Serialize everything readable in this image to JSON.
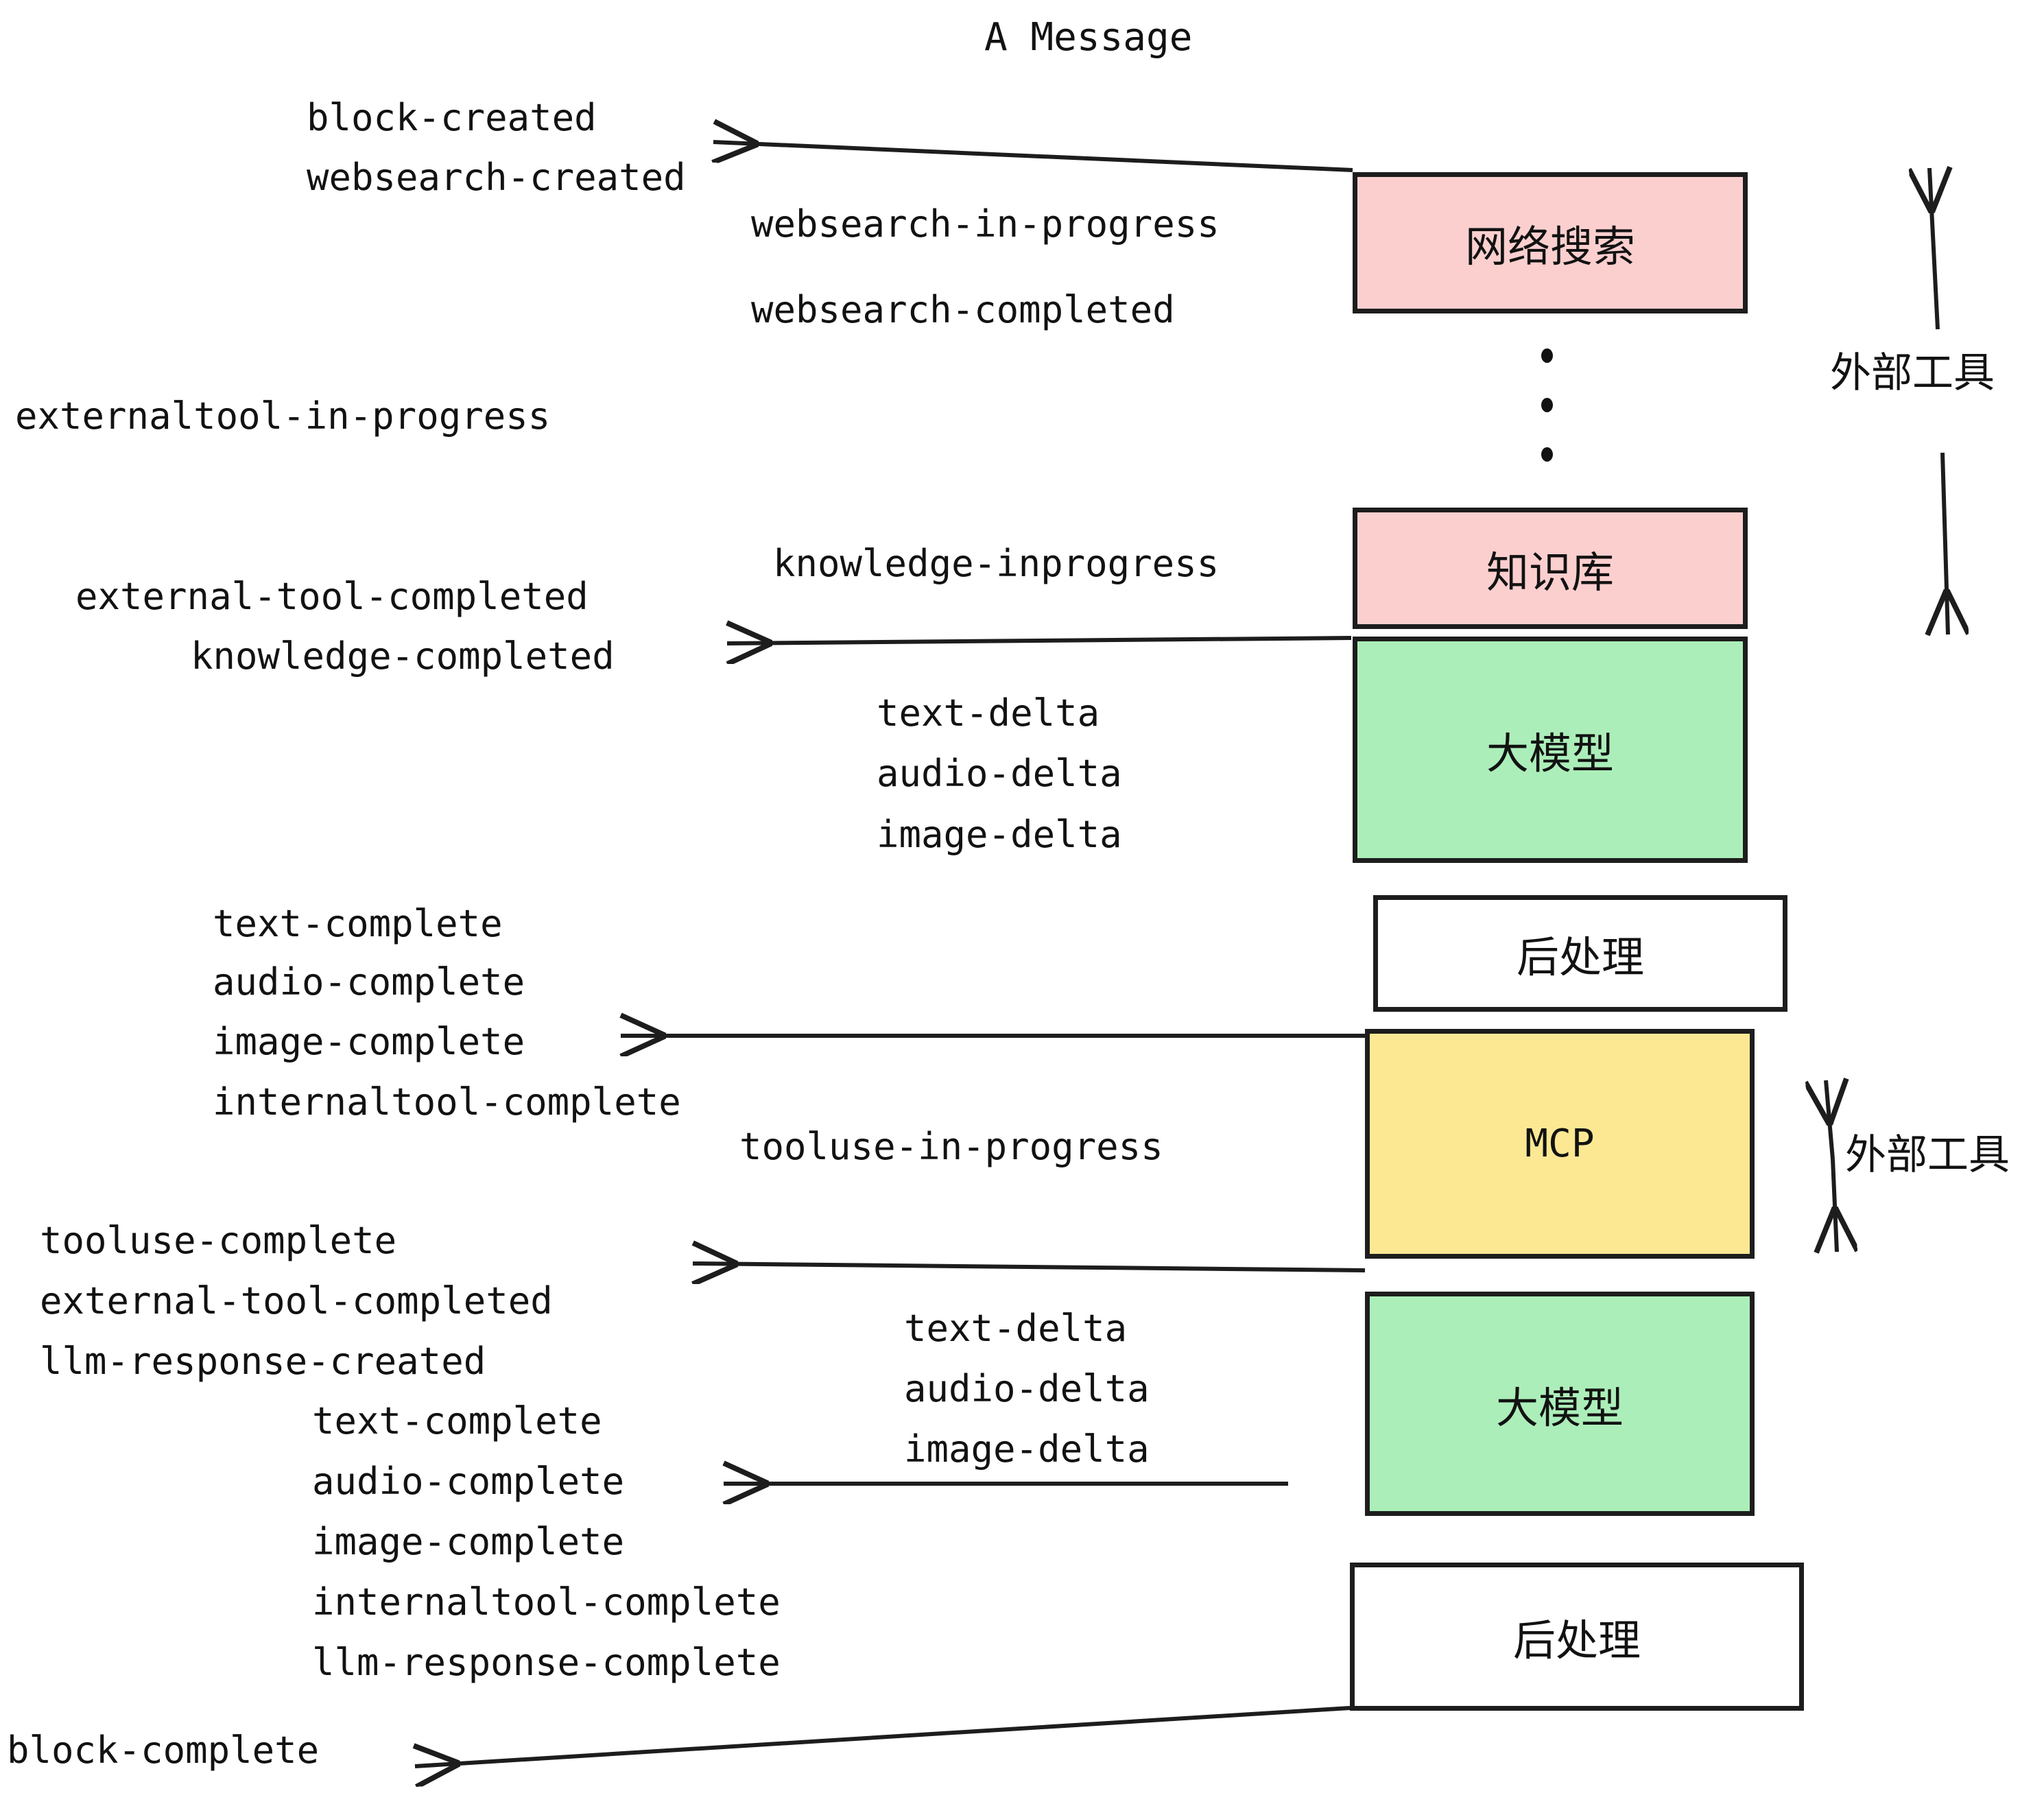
{
  "title": "A Message",
  "colors": {
    "pink": "#fccfcf",
    "green": "#aceeb9",
    "yellow": "#fce893",
    "white": "#ffffff",
    "stroke": "#1d1d1d",
    "text": "#121212"
  },
  "boxes": [
    {
      "id": "websearch",
      "label": "网络搜索",
      "fill": "#fccfcf",
      "font": "cn"
    },
    {
      "id": "knowledge",
      "label": "知识库",
      "fill": "#fccfcf",
      "font": "cn"
    },
    {
      "id": "llm-top",
      "label": "大模型",
      "fill": "#aceeb9",
      "font": "cn"
    },
    {
      "id": "post-top",
      "label": "后处理",
      "fill": "#ffffff",
      "font": "cn"
    },
    {
      "id": "mcp",
      "label": "MCP",
      "fill": "#fce893",
      "font": "mono"
    },
    {
      "id": "llm-bottom",
      "label": "大模型",
      "fill": "#aceeb9",
      "font": "cn"
    },
    {
      "id": "post-bottom",
      "label": "后处理",
      "fill": "#ffffff",
      "font": "cn"
    }
  ],
  "side_labels": [
    {
      "id": "external-tools-top",
      "label": "外部工具"
    },
    {
      "id": "external-tools-bottom",
      "label": "外部工具"
    }
  ],
  "events": [
    {
      "id": "e01",
      "text": "block-created"
    },
    {
      "id": "e02",
      "text": "websearch-created"
    },
    {
      "id": "e03",
      "text": "websearch-in-progress"
    },
    {
      "id": "e04",
      "text": "websearch-completed"
    },
    {
      "id": "e05",
      "text": "externaltool-in-progress"
    },
    {
      "id": "e06",
      "text": "knowledge-inprogress"
    },
    {
      "id": "e07",
      "text": "external-tool-completed"
    },
    {
      "id": "e08",
      "text": "knowledge-completed"
    },
    {
      "id": "e09",
      "text": "text-delta"
    },
    {
      "id": "e10",
      "text": "audio-delta"
    },
    {
      "id": "e11",
      "text": "image-delta"
    },
    {
      "id": "e12",
      "text": "text-complete"
    },
    {
      "id": "e13",
      "text": "audio-complete"
    },
    {
      "id": "e14",
      "text": "image-complete"
    },
    {
      "id": "e15",
      "text": "internaltool-complete"
    },
    {
      "id": "e16",
      "text": "tooluse-in-progress"
    },
    {
      "id": "e17",
      "text": "tooluse-complete"
    },
    {
      "id": "e18",
      "text": "external-tool-completed"
    },
    {
      "id": "e19",
      "text": "llm-response-created"
    },
    {
      "id": "e20",
      "text": "text-complete"
    },
    {
      "id": "e21",
      "text": "audio-complete"
    },
    {
      "id": "e22",
      "text": "image-complete"
    },
    {
      "id": "e23",
      "text": "internaltool-complete"
    },
    {
      "id": "e24",
      "text": "llm-response-complete"
    },
    {
      "id": "e25",
      "text": "block-complete"
    }
  ],
  "ellipsis": {
    "id": "vertical-ellipsis",
    "count": 3
  }
}
